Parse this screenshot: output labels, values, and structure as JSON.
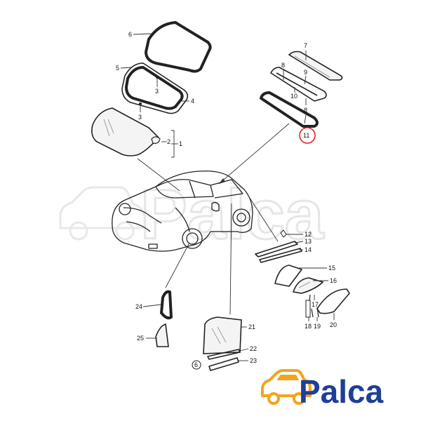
{
  "callouts": [
    {
      "id": "1",
      "label": "1"
    },
    {
      "id": "2",
      "label": "2"
    },
    {
      "id": "3a",
      "label": "3"
    },
    {
      "id": "3b",
      "label": "3"
    },
    {
      "id": "4",
      "label": "4"
    },
    {
      "id": "5",
      "label": "5"
    },
    {
      "id": "6",
      "label": "6"
    },
    {
      "id": "7",
      "label": "7"
    },
    {
      "id": "8a",
      "label": "8"
    },
    {
      "id": "8b",
      "label": "8"
    },
    {
      "id": "9",
      "label": "9"
    },
    {
      "id": "10",
      "label": "10"
    },
    {
      "id": "11",
      "label": "11"
    },
    {
      "id": "12",
      "label": "12"
    },
    {
      "id": "13",
      "label": "13"
    },
    {
      "id": "14",
      "label": "14"
    },
    {
      "id": "15",
      "label": "15"
    },
    {
      "id": "16",
      "label": "16"
    },
    {
      "id": "17",
      "label": "17"
    },
    {
      "id": "18",
      "label": "18"
    },
    {
      "id": "19",
      "label": "19"
    },
    {
      "id": "20",
      "label": "20"
    },
    {
      "id": "21",
      "label": "21"
    },
    {
      "id": "22",
      "label": "22"
    },
    {
      "id": "23",
      "label": "23"
    },
    {
      "id": "24",
      "label": "24"
    },
    {
      "id": "25",
      "label": "25"
    }
  ],
  "highlight": {
    "label": "11",
    "color": "#e0202a"
  },
  "watermark": {
    "text": "Palca"
  },
  "logo": {
    "text": "Palca",
    "text_color": "#1e3f94",
    "icon_color": "#f2a41c",
    "icon_name": "car-icon"
  },
  "colors": {
    "line": "#222222",
    "watermark": "#e6e6e6"
  }
}
